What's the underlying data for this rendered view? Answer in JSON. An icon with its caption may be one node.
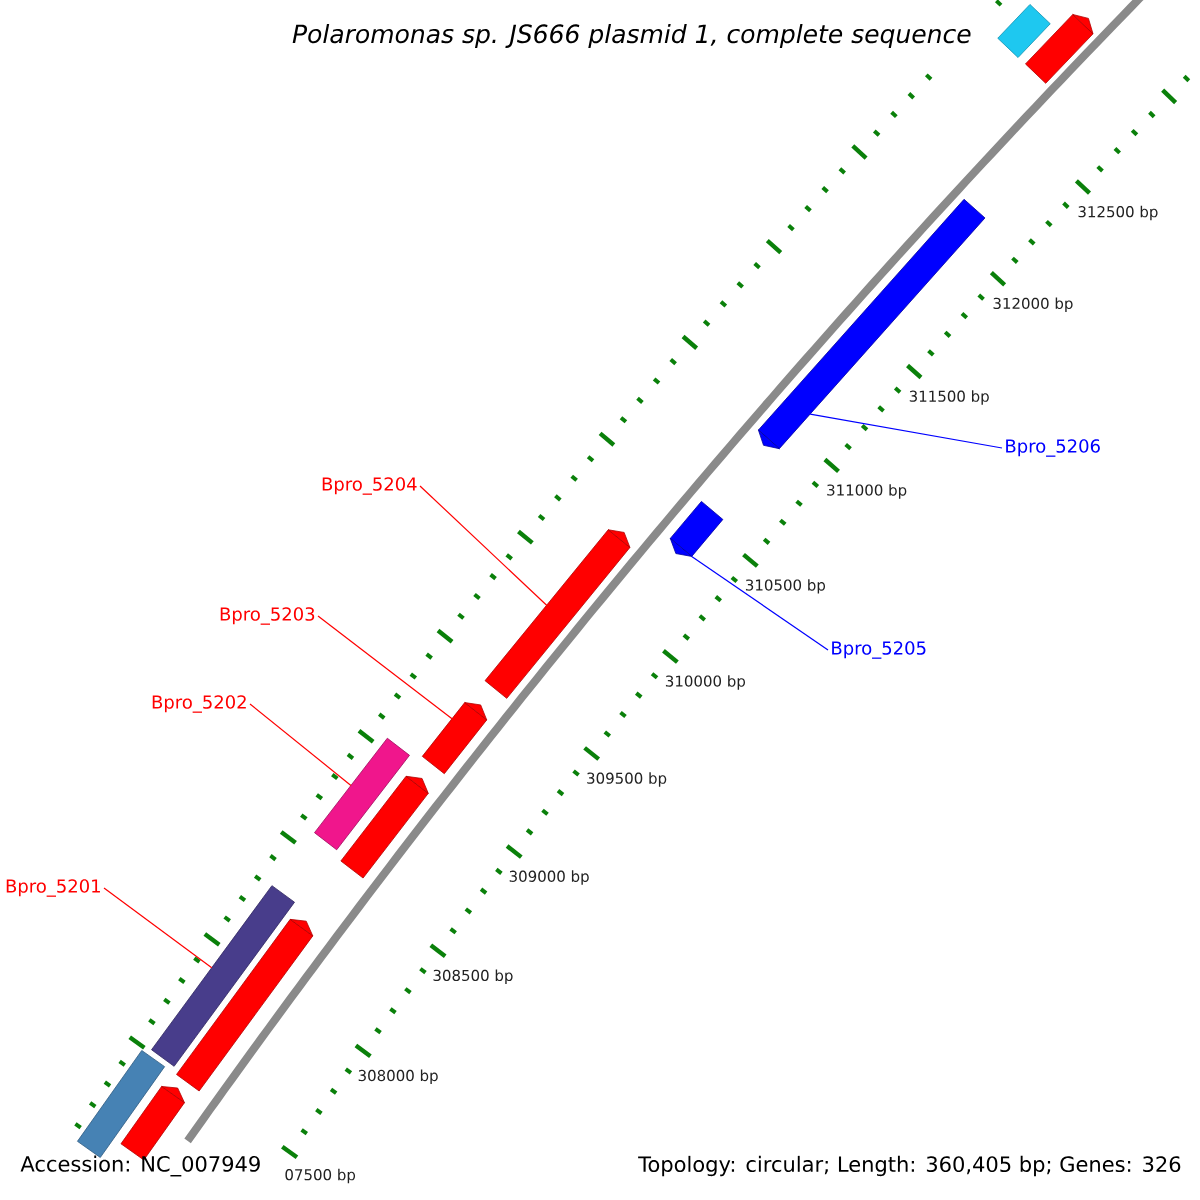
{
  "diagram": {
    "title": "Polaromonas sp. JS666 plasmid 1, complete sequence",
    "nodes": [
      {
        "text": [
          "Bpro_5206"
        ]
      },
      {
        "text": [
          "Bpro_5204"
        ]
      },
      {
        "text": [
          "Bpro_5203"
        ]
      },
      {
        "text": [
          "Bpro_5205"
        ]
      },
      {
        "text": [
          "Bpro_5202"
        ]
      },
      {
        "text": [
          "Bpro_5201"
        ]
      },
      {
        "text": [],
        "shape": "bar"
      },
      {
        "text": [],
        "shape": "bar"
      },
      {
        "text": [],
        "shape": "bar"
      },
      {
        "text": [],
        "shape": "bar"
      },
      {
        "text": [],
        "shape": "bar"
      },
      {
        "text": [],
        "shape": "bar"
      },
      {
        "text": [],
        "shape": "bar"
      },
      {
        "text": [],
        "shape": "bar"
      },
      {
        "text": [],
        "shape": "bar"
      },
      {
        "text": [],
        "shape": "bar"
      },
      {
        "text": [],
        "shape": "bar"
      },
      {
        "text": [],
        "shape": "bar"
      }
    ],
    "edges": [
      {
        "from": 0,
        "to": 8,
        "arrow": "none",
        "color": "#0000ff"
      },
      {
        "from": 1,
        "to": 10,
        "arrow": "none"
      },
      {
        "from": 2,
        "to": 11,
        "arrow": "none"
      },
      {
        "from": 3,
        "to": 9,
        "arrow": "none",
        "color": "#0000ff"
      },
      {
        "from": 4,
        "to": 12,
        "arrow": "none"
      },
      {
        "from": 5,
        "to": 14,
        "arrow": "none"
      }
    ],
    "labels": [
      "312500 bp",
      "312000 bp",
      "311500 bp",
      "311000 bp",
      "310500 bp",
      "310000 bp",
      "309500 bp",
      "309000 bp",
      "308500 bp",
      "308000 bp",
      "07500 bp",
      "Accession: NC_007949",
      "Topology: circular; Length: 360,405 bp; Genes: 326"
    ]
  }
}
